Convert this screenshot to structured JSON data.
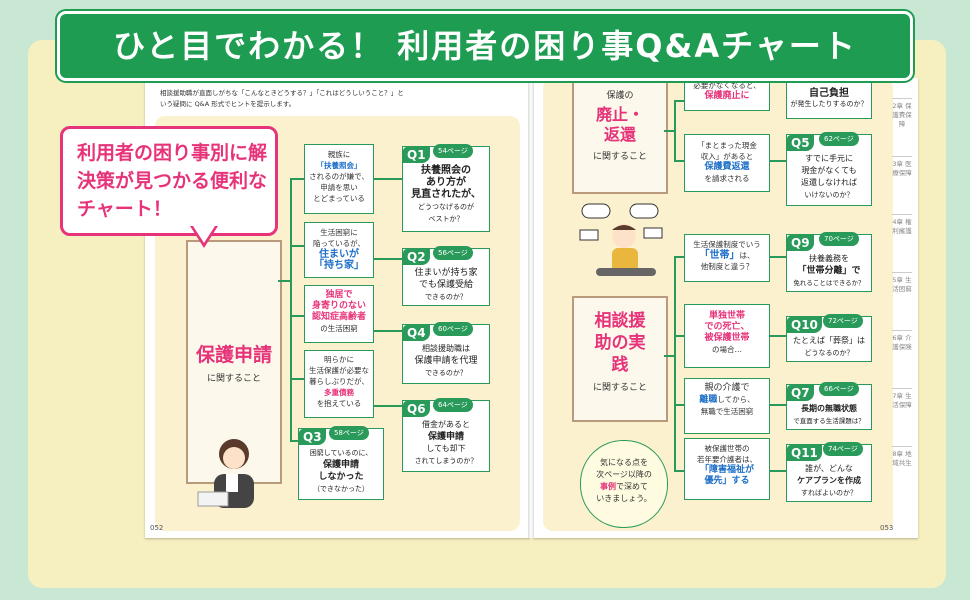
{
  "title": "ひと目でわかる！ 利用者の困り事Q&Aチャート",
  "callout": "利用者の困り事別に解決策が見つかる便利なチャート！",
  "intro": "相談援助職が直面しがちな「こんなときどうする？」「これはどうしいうこと？」という疑問に Q&A 形式でヒントを提示します。",
  "left_category": {
    "main": "保護申請",
    "sub": "に関すること"
  },
  "right_top_category": {
    "lead": "保護の",
    "main": "廃止・返還",
    "sub": "に関すること"
  },
  "right_mid_category": {
    "main": "相談援助の実践",
    "sub": "に関すること"
  },
  "left_situations": [
    {
      "l1": "親族に",
      "l2": "「扶養照会」",
      "l3": "されるのが嫌で、",
      "l4": "申請を思い",
      "l5": "とどまっている"
    },
    {
      "l1": "生活困窮に",
      "l2": "陥っているが、",
      "l3": "住まいが",
      "l4": "「持ち家」",
      "l5": ""
    },
    {
      "l1": "独居で",
      "l2": "身寄りのない",
      "l3": "認知症高齢者",
      "l4": "の生活困窮",
      "l5": ""
    },
    {
      "l1": "明らかに",
      "l2": "生活保護が必要な",
      "l3": "暮らしぶりだが、",
      "l4": "多重債務",
      "l5": "を抱えている"
    }
  ],
  "left_questions": [
    {
      "q": "Q1",
      "page": "54ページ",
      "t1": "扶養照会の",
      "t2": "あり方が",
      "t3": "見直されたが、",
      "t4": "どうつなげるのが",
      "t5": "ベストか？"
    },
    {
      "q": "Q2",
      "page": "56ページ",
      "t1": "住まいが持ち家",
      "t2": "でも保護受給",
      "t3": "できるのか？",
      "t4": "",
      "t5": ""
    },
    {
      "q": "Q4",
      "page": "60ページ",
      "t1": "相談援助職は",
      "t2": "保護申請を代理",
      "t3": "できるのか？",
      "t4": "",
      "t5": ""
    },
    {
      "q": "Q6",
      "page": "64ページ",
      "t1": "借金があると",
      "t2": "保護申請",
      "t3": "しても却下",
      "t4": "されてしまうのか？",
      "t5": ""
    },
    {
      "q": "Q3",
      "page": "58ページ",
      "t1": "困窮しているのに、",
      "t2": "保護申請",
      "t3": "しなかった",
      "t4": "（できなかった）",
      "t5": ""
    }
  ],
  "right_situations": [
    {
      "l1": "必要がなくなると、",
      "l2": "保護廃止に",
      "l3": ""
    },
    {
      "l1": "「まとまった現金",
      "l2": "収入」があると",
      "l3": "保護費返還",
      "l4": "を請求される"
    },
    {
      "l1": "生活保護制度でいう",
      "l2": "「世帯」",
      "l3": "は、",
      "l4": "他制度と違う？"
    },
    {
      "l1": "単独世帯",
      "l2": "での死亡、",
      "l3": "被保護世帯",
      "l4": "の場合…"
    },
    {
      "l1": "親の介護で",
      "l2": "離職",
      "l3": "してから、",
      "l4": "無職で生活困窮"
    },
    {
      "l1": "被保護世帯の",
      "l2": "若年要介護者は、",
      "l3": "「障害福祉が",
      "l4": "優先」する"
    }
  ],
  "right_questions": [
    {
      "q": "",
      "page": "",
      "t1": "自己負担",
      "t2": "が発生したりするのか？",
      "t3": ""
    },
    {
      "q": "Q5",
      "page": "62ページ",
      "t1": "すでに手元に",
      "t2": "現金がなくても",
      "t3": "返還しなければ",
      "t4": "いけないのか？"
    },
    {
      "q": "Q9",
      "page": "70ページ",
      "t1": "扶養義務を",
      "t2": "「世帯分離」で",
      "t3": "免れることはできるか？",
      "t4": ""
    },
    {
      "q": "Q10",
      "page": "72ページ",
      "t1": "たとえば「葬祭」は",
      "t2": "どうなるのか？",
      "t3": "",
      "t4": ""
    },
    {
      "q": "Q7",
      "page": "66ページ",
      "t1": "長期の無職状態",
      "t2": "で直面する生活課題は？",
      "t3": "",
      "t4": ""
    },
    {
      "q": "Q11",
      "page": "74ページ",
      "t1": "誰が、どんな",
      "t2": "ケアプランを作成",
      "t3": "すればよいのか？",
      "t4": ""
    }
  ],
  "note": {
    "l1": "気になる点を",
    "l2": "次ページ以降の",
    "l3": "事例",
    "l4": "で深めて",
    "l5": "いきましょう。"
  },
  "page_left": "052",
  "page_right": "053",
  "side_tabs": [
    "2章 保護費保障",
    "3章 医療保障",
    "4章 権利擁護",
    "5章 生活困窮",
    "6章 介護保険",
    "7章 生活保障",
    "8章 地域共生"
  ],
  "colors": {
    "green": "#1e9d52",
    "pink": "#e6337a",
    "blue": "#1f6fc7"
  }
}
